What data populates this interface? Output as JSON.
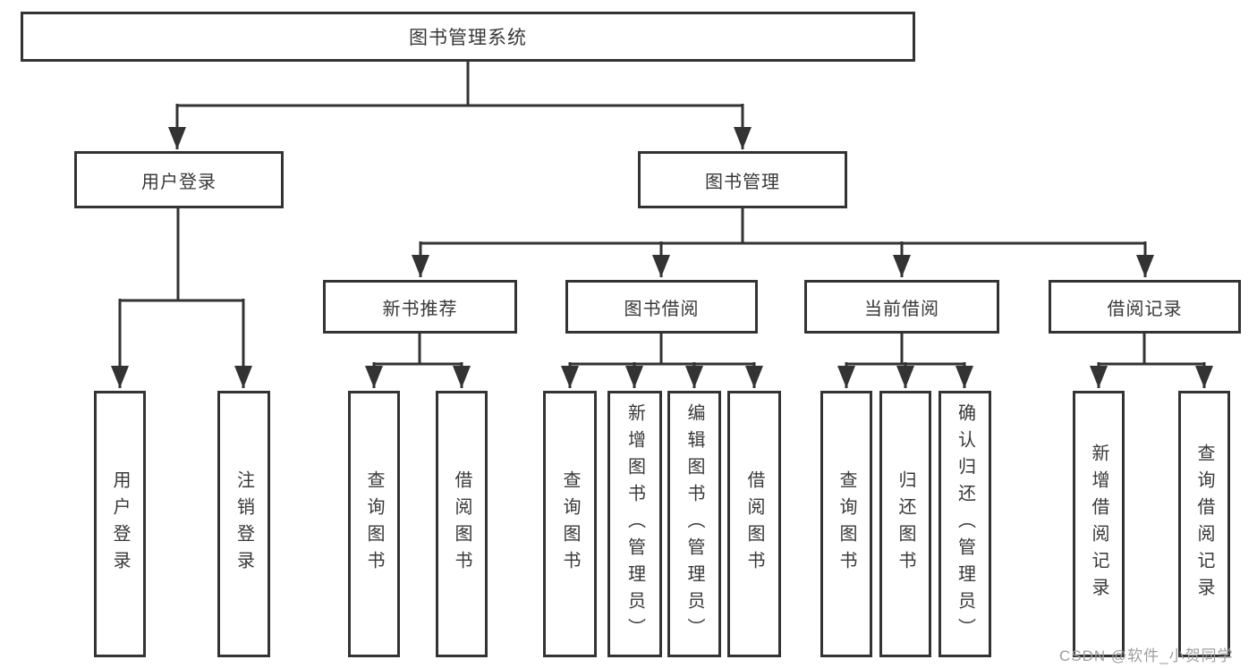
{
  "diagram": {
    "title_note": "library management system functional structure diagram",
    "root": {
      "label": "图书管理系统"
    },
    "level1": [
      {
        "id": "user-login",
        "label": "用户登录"
      },
      {
        "id": "book-management",
        "label": "图书管理"
      }
    ],
    "level2": [
      {
        "id": "new-book-recommend",
        "label": "新书推荐"
      },
      {
        "id": "book-borrowing",
        "label": "图书借阅"
      },
      {
        "id": "current-borrowing",
        "label": "当前借阅"
      },
      {
        "id": "borrowing-records",
        "label": "借阅记录"
      }
    ],
    "leaves": [
      {
        "parent": "user-login",
        "label": "用户登录"
      },
      {
        "parent": "user-login",
        "label": "注销登录"
      },
      {
        "parent": "new-book-recommend",
        "label": "查询图书"
      },
      {
        "parent": "new-book-recommend",
        "label": "借阅图书"
      },
      {
        "parent": "book-borrowing",
        "label": "查询图书"
      },
      {
        "parent": "book-borrowing",
        "label": "新增图书（管理员）"
      },
      {
        "parent": "book-borrowing",
        "label": "编辑图书（管理员）"
      },
      {
        "parent": "book-borrowing",
        "label": "借阅图书"
      },
      {
        "parent": "current-borrowing",
        "label": "查询图书"
      },
      {
        "parent": "current-borrowing",
        "label": "归还图书"
      },
      {
        "parent": "current-borrowing",
        "label": "确认归还（管理员）"
      },
      {
        "parent": "borrowing-records",
        "label": "新增借阅记录"
      },
      {
        "parent": "borrowing-records",
        "label": "查询借阅记录"
      }
    ],
    "watermark": "CSDN @软件_小贺同学",
    "colors": {
      "line": "#333333",
      "box_border": "#333333",
      "text": "#383838",
      "watermark": "#9e9e9e",
      "background": "#ffffff"
    }
  }
}
